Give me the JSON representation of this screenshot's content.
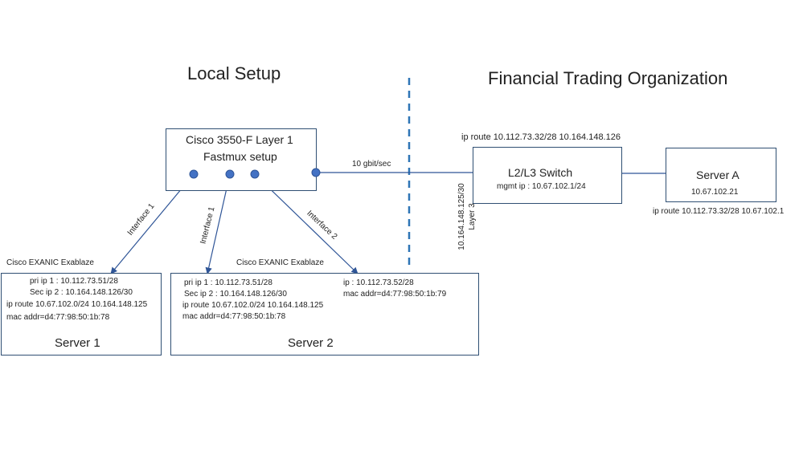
{
  "colors": {
    "box_border": "#2f4f73",
    "line": "#2f5597",
    "port": "#4472c4",
    "divider": "#2e75b6",
    "text": "#222222"
  },
  "headings": {
    "local": "Local Setup",
    "financial": "Financial Trading Organization"
  },
  "cisco": {
    "line1": "Cisco 3550-F Layer 1",
    "line2": "Fastmux setup"
  },
  "link_speed": "10 gbit/sec",
  "interfaces": {
    "a": "Interface 1",
    "b": "Interface 1",
    "c": "Interface 2"
  },
  "exanic": {
    "s1": "Cisco EXANIC Exablaze",
    "s2": "Cisco EXANIC Exablaze"
  },
  "server1": {
    "l1": "pri ip 1 : 10.112.73.51/28",
    "l2": "Sec ip 2 : 10.164.148.126/30",
    "l3": "ip route 10.67.102.0/24  10.164.148.125",
    "l4": "mac addr=d4:77:98:50:1b:78",
    "name": "Server 1"
  },
  "server2": {
    "l1": "pri ip 1 : 10.112.73.51/28",
    "l2": "Sec ip 2 : 10.164.148.126/30",
    "l3": "ip route 10.67.102.0/24  10.164.148.125",
    "l4": "mac addr=d4:77:98:50:1b:78",
    "r1": "ip  : 10.112.73.52/28",
    "r2": "mac addr=d4:77:98:50:1b:79",
    "name": "Server 2"
  },
  "switch": {
    "route": "ip route  10.112.73.32/28  10.164.148.126",
    "name": "L2/L3 Switch",
    "mgmt": "mgmt ip : 10.67.102.1/24"
  },
  "layer3": {
    "ip": "10.164.148.125/30",
    "label": "Layer 3"
  },
  "serverA": {
    "name": "Server  A",
    "ip": "10.67.102.21",
    "route": "ip route 10.112.73.32/28   10.67.102.1"
  }
}
